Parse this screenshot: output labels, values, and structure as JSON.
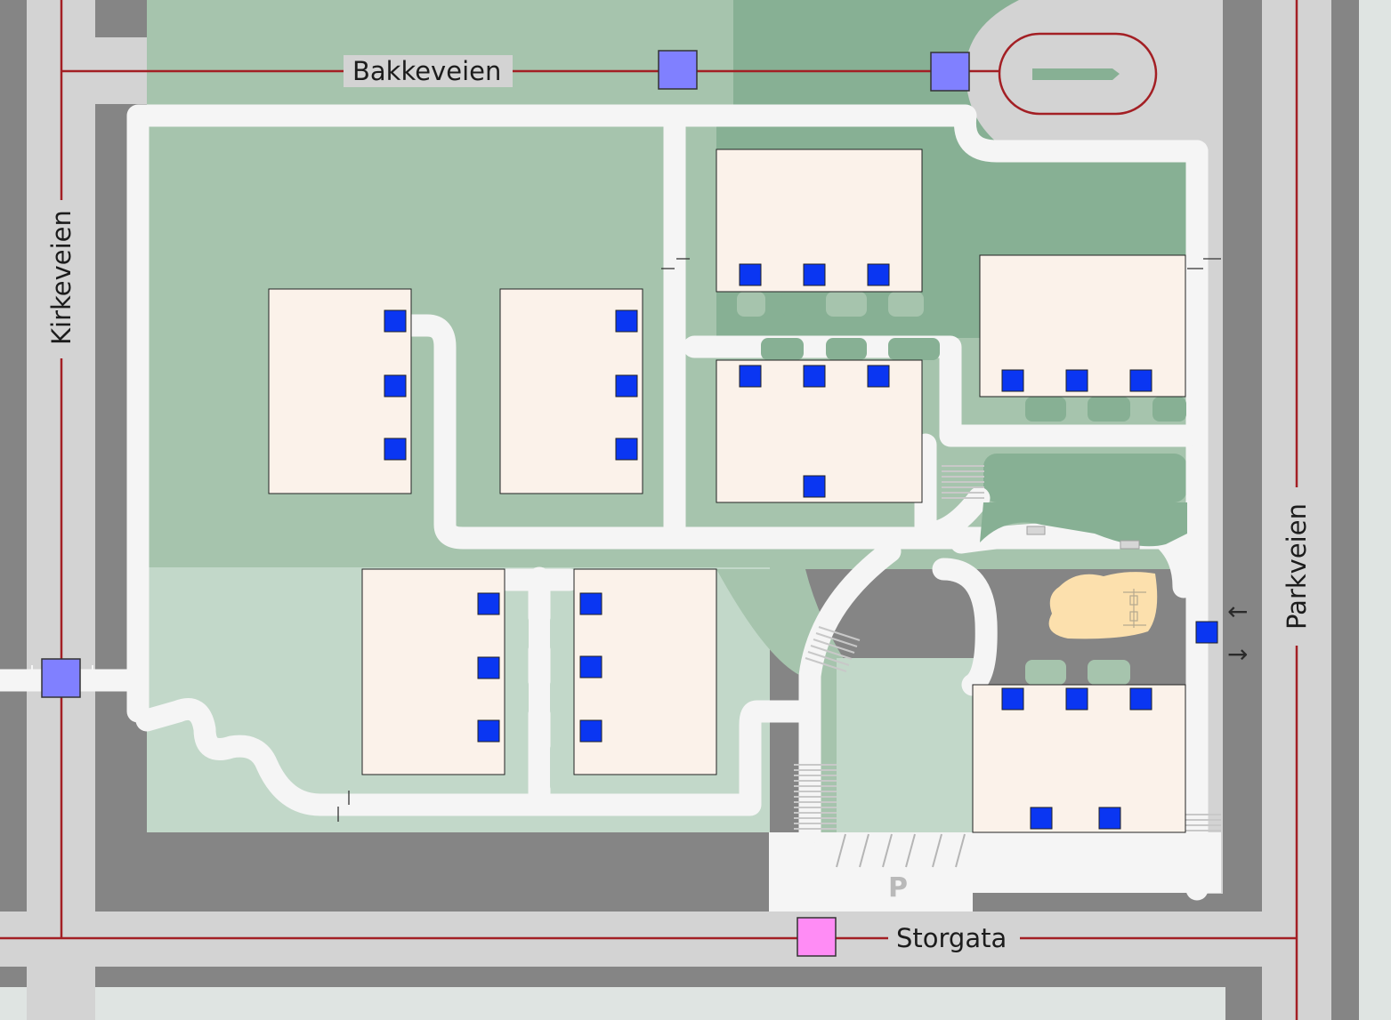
{
  "streets": {
    "north": "Bakkeveien",
    "west": "Kirkeveien",
    "east": "Parkveien",
    "south": "Storgata"
  },
  "parking": {
    "label": "P"
  },
  "one_way_arrows": {
    "left": "←",
    "right": "→"
  },
  "colors": {
    "road_dark": "#858585",
    "road_light": "#d3d3d3",
    "path": "#f5f5f5",
    "route_line": "#a31f24",
    "grass_light": "#c2d8c9",
    "grass_medium": "#a6c4ad",
    "grass_dark": "#87b094",
    "building": "#fbf2ea",
    "entrance": "#0a36f2",
    "bus_stop": "#8080ff",
    "main_stop": "#ff8cf5",
    "sand": "#fce0ad"
  }
}
